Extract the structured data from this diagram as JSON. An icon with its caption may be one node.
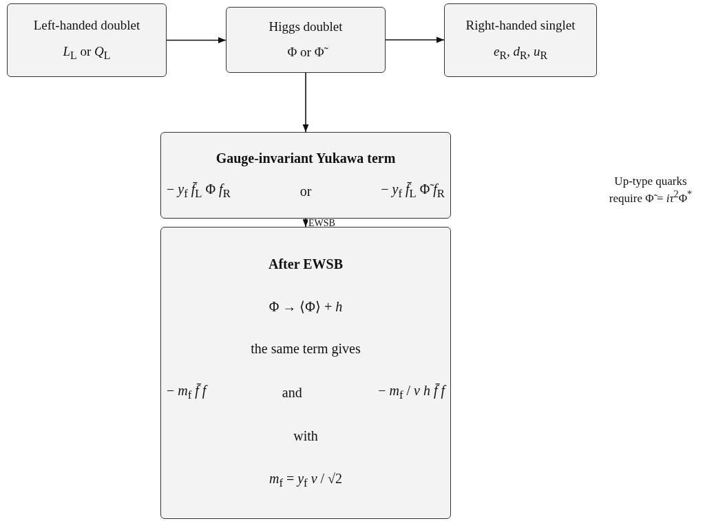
{
  "diagram": {
    "nodes": [
      {
        "text": [
          "Left-handed doublet",
          "*L*$_{L}$ or *Q*$_{L}$"
        ]
      },
      {
        "text": [
          "Higgs doublet",
          "Φ or Φ̃"
        ]
      },
      {
        "text": [
          "Right-handed singlet",
          "*e*$_{R}$, *d*$_{R}$, *u*$_{R}$"
        ]
      },
      {
        "text": [
          "Gauge-invariant Yukawa term",
          "− *y*$_{f}$ *f̄*$_{L}$ Φ *f*$_{R}$",
          "or",
          "− *y*$_{f}$ *f̄*$_{L}$ Φ̃ *f*$_{R}$"
        ]
      },
      {
        "text": [
          "After EWSB",
          "Φ → ⟨Φ⟩ + *h*",
          "the same term gives",
          "− *m*$_{f}$ *f̄ f*",
          "and",
          "− *m*$_{f}$ / *v* *h f̄ f*",
          "with",
          "*m*$_{f}$ = *y*$_{f}$ *v* / √2"
        ]
      }
    ],
    "edges": [
      {
        "from": 0,
        "to": 1,
        "arrow": "to"
      },
      {
        "from": 1,
        "to": 2,
        "arrow": "to"
      },
      {
        "from": 1,
        "to": 3,
        "arrow": "to"
      },
      {
        "from": 3,
        "to": 4,
        "arrow": "to",
        "label": "EWSB"
      }
    ],
    "labels": [
      "Up-type quarks require Φ̃ = *iτ*$^{2}$Φ$^{*}$"
    ]
  }
}
